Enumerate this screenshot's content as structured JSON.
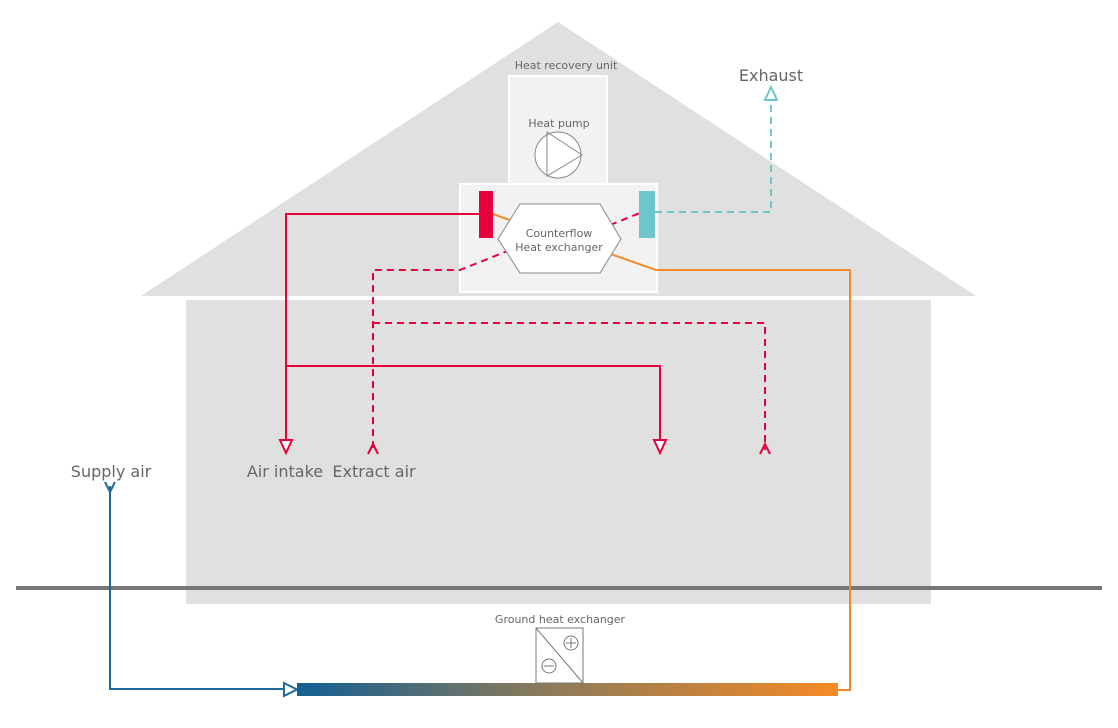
{
  "labels": {
    "heat_recovery_unit": "Heat recovery unit",
    "heat_pump": "Heat pump",
    "counterflow_line1": "Counterflow",
    "counterflow_line2": "Heat exchanger",
    "exhaust": "Exhaust",
    "supply_air": "Supply air",
    "air_intake": "Air intake",
    "extract_air": "Extract air",
    "ground_heat_exchanger": "Ground heat exchanger"
  },
  "colors": {
    "supply": "#e8003d",
    "exhaust": "#6ec6ca",
    "warm": "#f28a2b",
    "cold": "#1a6a9a",
    "house": "#e0e0e0",
    "ground": "#777777"
  }
}
